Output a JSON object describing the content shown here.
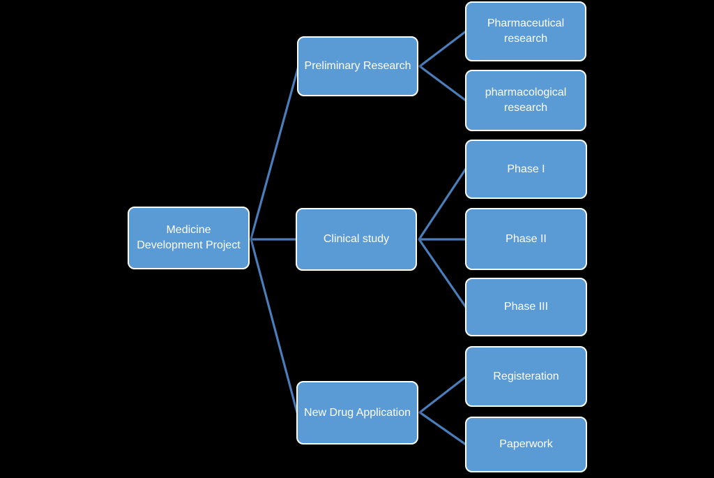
{
  "diagram": {
    "type": "tree",
    "orientation": "left-to-right",
    "nodes": {
      "root": {
        "label": "Medicine\nDevelopment Project"
      },
      "level2": [
        {
          "label": "Preliminary Research",
          "parent": "root"
        },
        {
          "label": "Clinical study",
          "parent": "root"
        },
        {
          "label": "New Drug Application",
          "parent": "root"
        }
      ],
      "level3": [
        {
          "label": "Pharmaceutical\nresearch",
          "parent": "Preliminary Research"
        },
        {
          "label": "pharmacological\nresearch",
          "parent": "Preliminary Research"
        },
        {
          "label": "Phase I",
          "parent": "Clinical study"
        },
        {
          "label": "Phase II",
          "parent": "Clinical study"
        },
        {
          "label": "Phase III",
          "parent": "Clinical study"
        },
        {
          "label": "Registeration",
          "parent": "New Drug Application"
        },
        {
          "label": "Paperwork",
          "parent": "New Drug Application"
        }
      ]
    },
    "colors": {
      "box_fill": "#5b9bd5",
      "box_border": "#ffffff",
      "connector": "#4a7ebb",
      "text": "#ffffff",
      "background": "#000000"
    }
  }
}
